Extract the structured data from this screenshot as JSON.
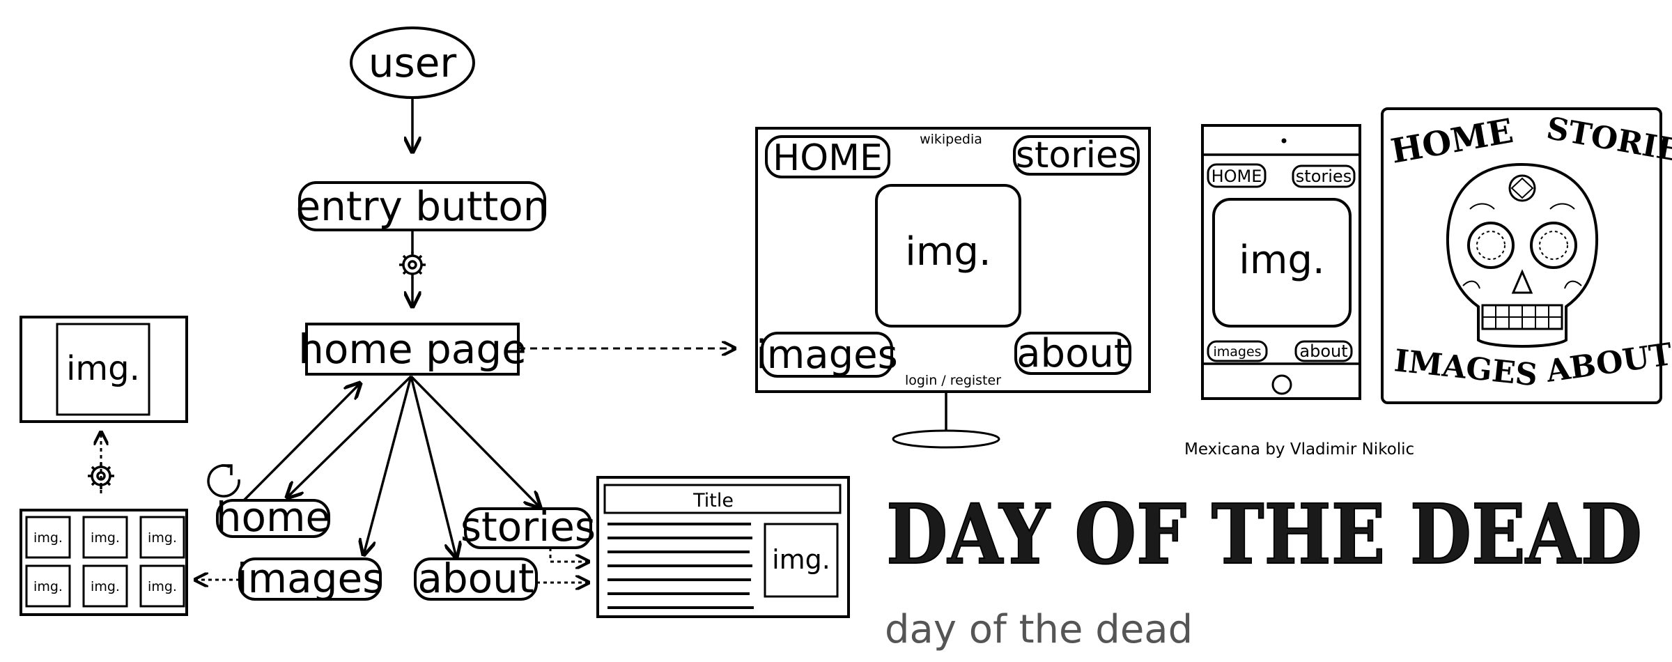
{
  "flow": {
    "user": "user",
    "entry_button": "entry button",
    "home_page": "home page",
    "home": "home",
    "images": "images",
    "about": "about",
    "stories": "stories"
  },
  "gallery": {
    "preview_img": "img.",
    "thumbs": [
      "img.",
      "img.",
      "img.",
      "img.",
      "img.",
      "img."
    ]
  },
  "article": {
    "title": "Title",
    "img": "img."
  },
  "desktop": {
    "home": "HOME",
    "site": "wikipedia",
    "stories": "stories",
    "img": "img.",
    "images": "images",
    "about": "about",
    "login": "login / register"
  },
  "phone": {
    "home": "HOME",
    "stories": "stories",
    "img": "img.",
    "images": "images",
    "about": "about"
  },
  "poster": {
    "home": "HOME",
    "stories": "STORIES",
    "images": "IMAGES",
    "about": "ABOUT"
  },
  "font_credit": "Mexicana by Vladimir Nikolic",
  "headline": "DAY OF THE DEAD",
  "caption": "day of the dead"
}
